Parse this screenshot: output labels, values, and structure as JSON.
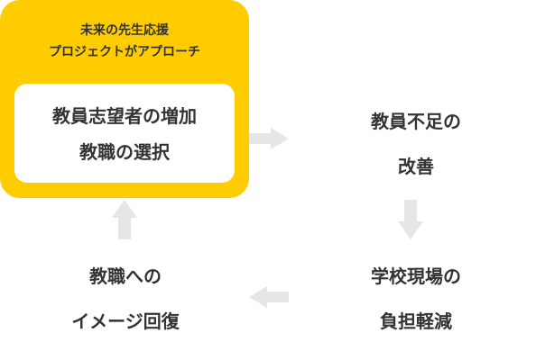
{
  "colors": {
    "accent": "#ffcc00",
    "arrow": "#e6e6e6",
    "text": "#333333",
    "card": "#ffffff"
  },
  "highlight": {
    "caption_line1": "未来の先生応援",
    "caption_line2": "プロジェクトがアプローチ",
    "step_line1": "教員志望者の増加",
    "step_line2": "教職の選択"
  },
  "steps": {
    "shortage": {
      "line1": "教員不足の",
      "line2": "改善"
    },
    "burden": {
      "line1": "学校現場の",
      "line2": "負担軽減"
    },
    "image": {
      "line1": "教職への",
      "line2": "イメージ回復"
    }
  },
  "arrows": [
    {
      "name": "arrow-right",
      "direction": "right"
    },
    {
      "name": "arrow-down",
      "direction": "down"
    },
    {
      "name": "arrow-left",
      "direction": "left"
    },
    {
      "name": "arrow-up",
      "direction": "up"
    }
  ]
}
